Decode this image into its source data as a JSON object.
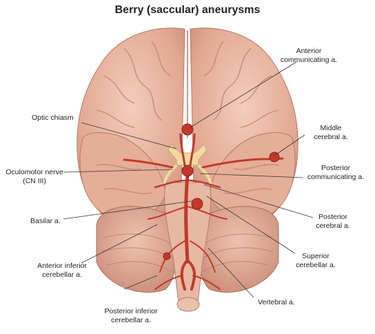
{
  "title": "Berry (saccular) aneurysms",
  "labels": {
    "anterior_communicating": [
      "Anterior",
      "communicating a."
    ],
    "optic_chiasm": [
      "Optic chiasm"
    ],
    "middle_cerebral": [
      "Middle",
      "cerebral a."
    ],
    "oculomotor_nerve": [
      "Oculomotor nerve",
      "(CN III)"
    ],
    "posterior_communicating": [
      "Posterior",
      "communicating a."
    ],
    "basilar": [
      "Basilar a."
    ],
    "posterior_cerebral": [
      "Posterior",
      "cerebral a."
    ],
    "superior_cerebellar": [
      "Superior",
      "cerebellar a."
    ],
    "anterior_inferior_cerebellar": [
      "Anterior inferior",
      "cerebellar a."
    ],
    "vertebral": [
      "Vertebral a."
    ],
    "posterior_inferior_cerebellar": [
      "Posterior inferior",
      "cerebellar a."
    ]
  },
  "colors": {
    "brain": "#e8b4a0",
    "brain_shadow": "#c98a76",
    "artery": "#c0392b",
    "nerve": "#f0d9a0"
  }
}
